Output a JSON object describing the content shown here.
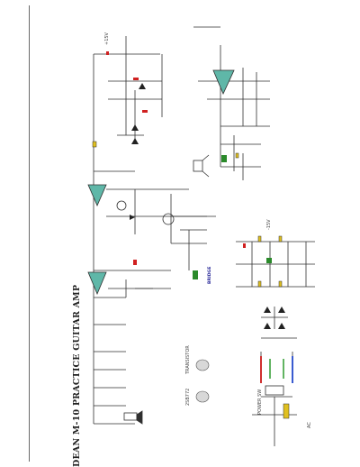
{
  "title": "DEAN M-10 PRACTICE GUITAR AMP",
  "labels": {
    "bridge": "BRIDGE",
    "power": "POWER SW",
    "tr1": "TRANSISTOR",
    "tr2": "2SB772",
    "v15": "+15V",
    "v15n": "-15V",
    "ac": "AC"
  },
  "colors": {
    "wire": "#2f2f2f",
    "opamp_fill": "#5fb7a8",
    "capacitor_yellow": "#e0c020",
    "resistor_red": "#d02020",
    "diode_green": "#2a8a2a",
    "transformer_blue": "#3a5bd0",
    "transformer_red": "#d03030",
    "transformer_green": "#2e9a2e"
  }
}
